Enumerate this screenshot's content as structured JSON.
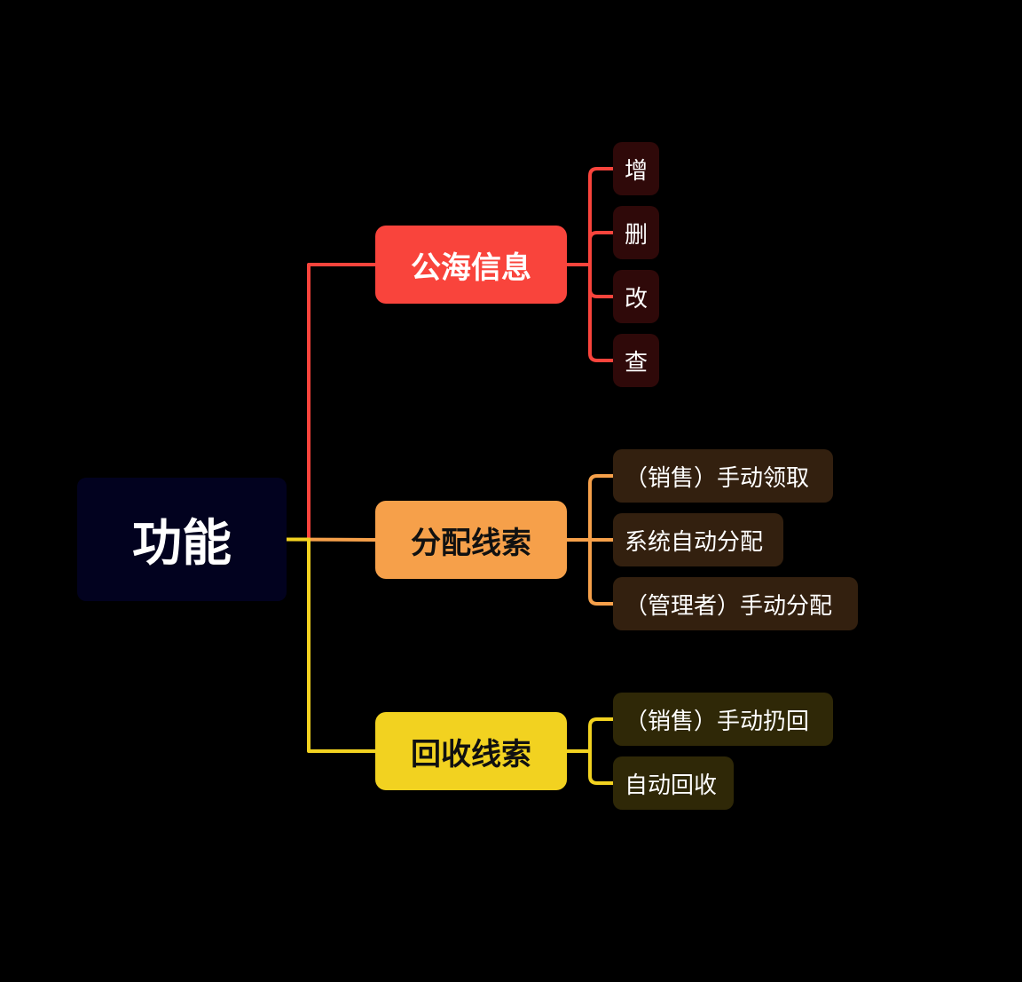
{
  "colors": {
    "background": "#000000",
    "root_fill": "#02021f",
    "branch_red": "#f9443c",
    "branch_orange": "#f6a04a",
    "branch_yellow": "#f2d220",
    "leaf_red_fill": "#2f0909",
    "leaf_orange_fill": "#33200f",
    "leaf_yellow_fill": "#2f2807"
  },
  "mindmap": {
    "root": {
      "label": "功能"
    },
    "branches": [
      {
        "label": "公海信息",
        "color": "#f9443c",
        "text_color": "#ffffff",
        "leaf_fill": "#2f0909",
        "children": [
          {
            "label": "增"
          },
          {
            "label": "删"
          },
          {
            "label": "改"
          },
          {
            "label": "查"
          }
        ]
      },
      {
        "label": "分配线索",
        "color": "#f6a04a",
        "text_color": "#111111",
        "leaf_fill": "#33200f",
        "children": [
          {
            "label": "（销售）手动领取"
          },
          {
            "label": "系统自动分配"
          },
          {
            "label": "（管理者）手动分配"
          }
        ]
      },
      {
        "label": "回收线索",
        "color": "#f2d220",
        "text_color": "#111111",
        "leaf_fill": "#2f2807",
        "children": [
          {
            "label": "（销售）手动扔回"
          },
          {
            "label": "自动回收"
          }
        ]
      }
    ]
  }
}
